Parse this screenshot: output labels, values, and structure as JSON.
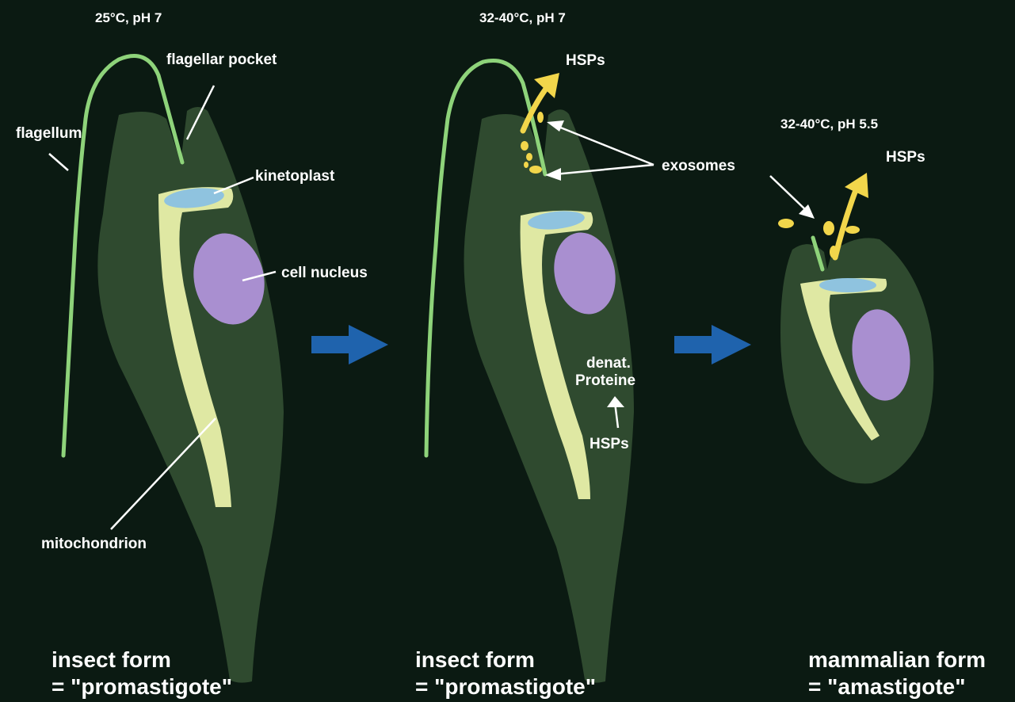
{
  "colors": {
    "background": "#0b1a12",
    "cell_body": "#2f4a2f",
    "flagellum": "#8ed37a",
    "mitochondrion": "#dfe8a3",
    "kinetoplast": "#8fc3df",
    "nucleus": "#a98fd0",
    "hsp_exosome": "#f2d64b",
    "arrow": "#1f63ad"
  },
  "stage1": {
    "condition": "25°C, pH 7",
    "labels": {
      "flagellar_pocket": "flagellar pocket",
      "flagellum": "flagellum",
      "kinetoplast": "kinetoplast",
      "cell_nucleus": "cell nucleus",
      "mitochondrion": "mitochondrion"
    },
    "form_line1": "insect form",
    "form_line2": "= \"promastigote\""
  },
  "stage2": {
    "condition": "32-40°C, pH 7",
    "hsps_top": "HSPs",
    "exosomes": "exosomes",
    "denat_line1": "denat.",
    "denat_line2": "Proteine",
    "hsps_inner": "HSPs",
    "form_line1": "insect form",
    "form_line2": "= \"promastigote\""
  },
  "stage3": {
    "condition": "32-40°C, pH 5.5",
    "hsps": "HSPs",
    "form_line1": "mammalian form",
    "form_line2": "= \"amastigote\""
  },
  "icons": [
    "transition-arrow-icon",
    "pointer-arrow-icon"
  ]
}
